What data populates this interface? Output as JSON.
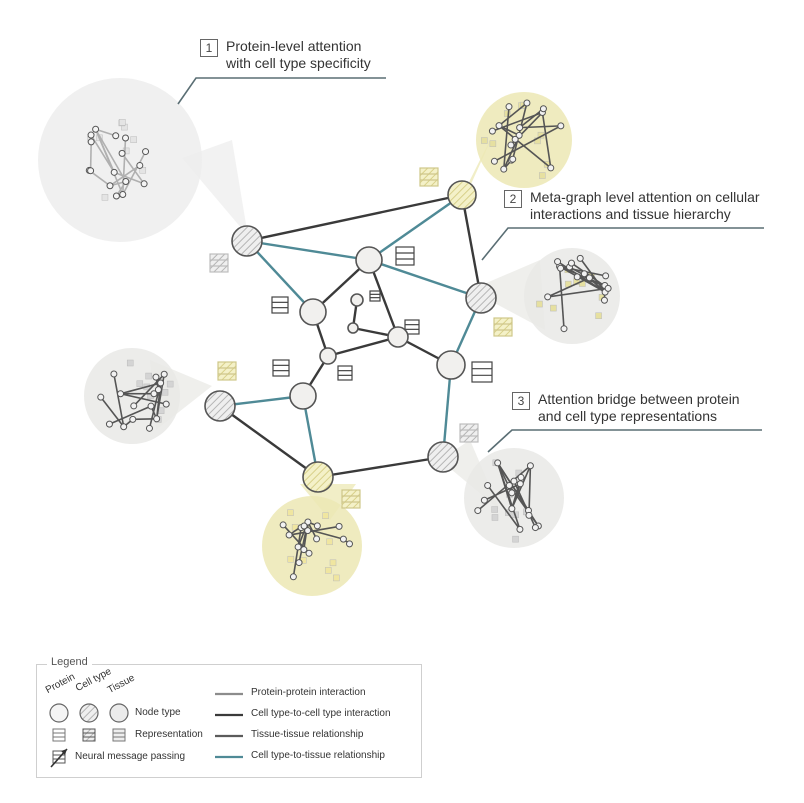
{
  "callouts": [
    {
      "number": "1",
      "line1": "Protein-level attention",
      "line2": "with cell type specificity"
    },
    {
      "number": "2",
      "line1": "Meta-graph level attention on cellular",
      "line2": "interactions and tissue hierarchy"
    },
    {
      "number": "3",
      "line1": "Attention bridge between protein",
      "line2": "and cell type representations"
    }
  ],
  "legend": {
    "title": "Legend",
    "columns": [
      "Protein",
      "Cell type",
      "Tissue"
    ],
    "rows": [
      "Node type",
      "Representation",
      "Neural message passing"
    ],
    "edges": [
      {
        "label": "Protein-protein  interaction",
        "color": "#8c8c8c"
      },
      {
        "label": "Cell type-to-cell type interaction",
        "color": "#3a3a3a"
      },
      {
        "label": "Tissue-tissue relationship",
        "color": "#5b5b5b"
      },
      {
        "label": "Cell type-to-tissue relationship",
        "color": "#4f8a96"
      }
    ]
  },
  "colors": {
    "cell_cell_edge": "#3a3a3a",
    "cell_tissue_edge": "#4f8a96",
    "protein_edge": "#8c8c8c",
    "yellow_fill": "#ece8b4",
    "gray_fill": "#e9e9e6",
    "node_fill": "#f1f0ee"
  }
}
